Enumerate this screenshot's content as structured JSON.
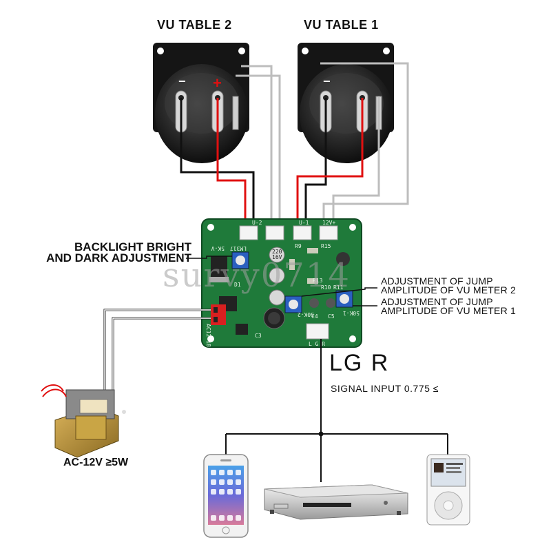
{
  "labels": {
    "vu_table_2": "VU TABLE 2",
    "vu_table_1": "VU TABLE 1",
    "backlight_line1": "BACKLIGHT BRIGHT",
    "backlight_line2": "AND DARK ADJUSTMENT",
    "adj_meter2_line1": "ADJUSTMENT OF JUMP",
    "adj_meter2_line2": "AMPLITUDE OF VU METER 2",
    "adj_meter1_line1": "ADJUSTMENT OF JUMP",
    "adj_meter1_line2": "AMPLITUDE OF VU METER 1",
    "signal_channels": "LG R",
    "signal_input": "SIGNAL INPUT 0.775 ≤",
    "power_spec": "AC-12V ≥5W"
  },
  "board": {
    "silkscreen": [
      "LM317",
      "5K-V",
      "50K-1",
      "50K-2",
      "AC12-18",
      "U-1",
      "U-2",
      "12V+",
      "R9",
      "R10",
      "R11",
      "R13",
      "R15",
      "C3",
      "C4",
      "C5",
      "L G R",
      "220",
      "16V",
      "D1"
    ]
  },
  "meter_terminals": {
    "minus": "−",
    "plus": "+"
  },
  "watermark": "survy0714",
  "colors": {
    "wire_red": "#e01010",
    "wire_black": "#111111",
    "wire_grey": "#b8b8b8",
    "pcb_green": "#1f7a3a",
    "meter_body": "#1a1a1a"
  }
}
